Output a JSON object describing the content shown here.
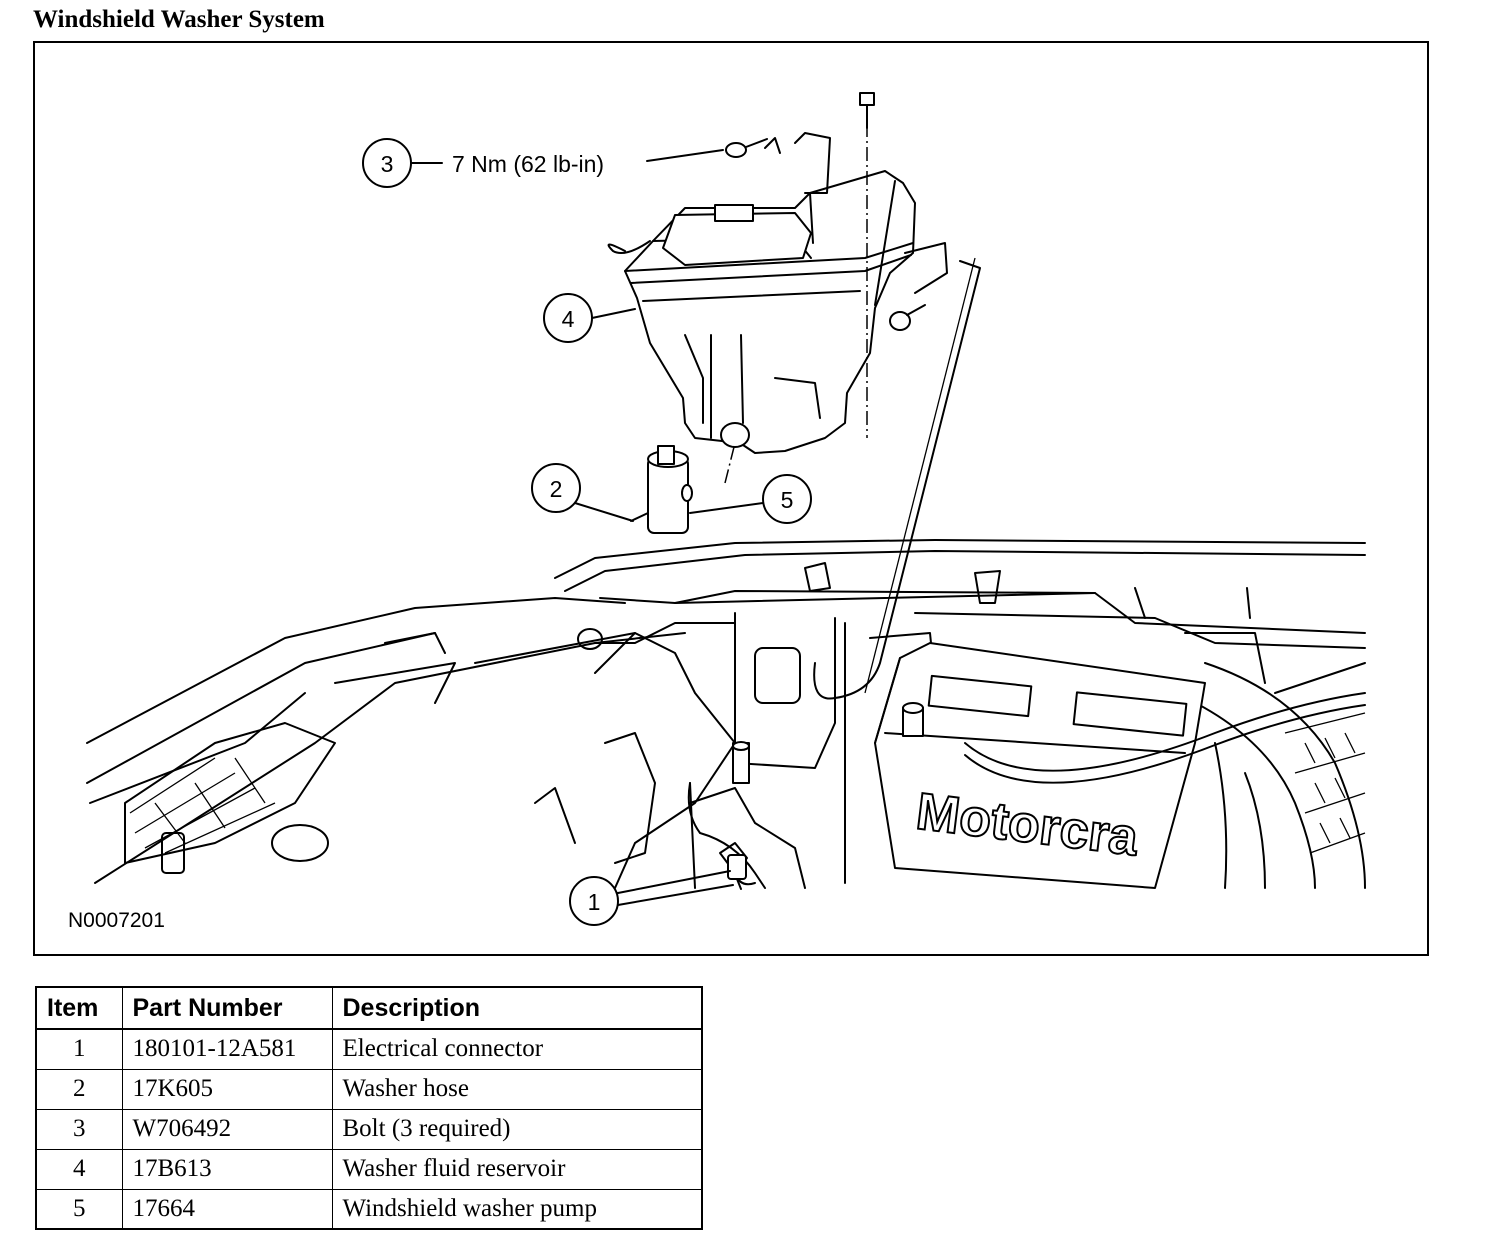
{
  "title": "Windshield Washer System",
  "figure_id": "N0007201",
  "callouts": {
    "c1": "1",
    "c2": "2",
    "c3": "3",
    "c4": "4",
    "c5": "5",
    "torque": "7 Nm (62 lb-in)"
  },
  "battery_label": "Motorcra",
  "table": {
    "headers": {
      "item": "Item",
      "part_number": "Part Number",
      "description": "Description"
    },
    "rows": [
      {
        "item": "1",
        "part_number": "180101-12A581",
        "description": "Electrical connector"
      },
      {
        "item": "2",
        "part_number": "17K605",
        "description": "Washer hose"
      },
      {
        "item": "3",
        "part_number": "W706492",
        "description": "Bolt (3 required)"
      },
      {
        "item": "4",
        "part_number": "17B613",
        "description": "Washer fluid reservoir"
      },
      {
        "item": "5",
        "part_number": "17664",
        "description": "Windshield washer pump"
      }
    ]
  }
}
